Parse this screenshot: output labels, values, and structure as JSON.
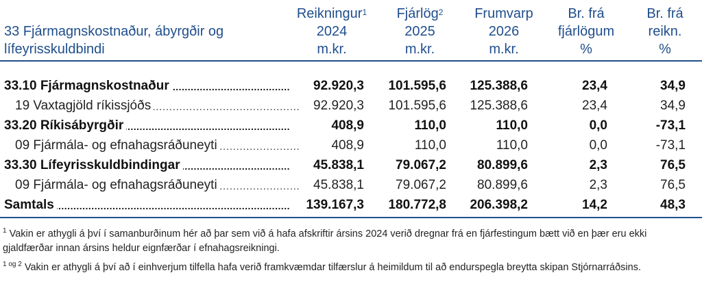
{
  "header": {
    "title_line1": "33 Fjármagnskostnaður, ábyrgðir og",
    "title_line2": "lífeyrisskuldbindi",
    "columns": [
      {
        "l1": "Reikningur",
        "sup": "1",
        "l2": "2024",
        "l3": "m.kr."
      },
      {
        "l1": "Fjárlög",
        "sup": "2",
        "l2": "2025",
        "l3": "m.kr."
      },
      {
        "l1": "Frumvarp",
        "sup": "",
        "l2": "2026",
        "l3": "m.kr."
      },
      {
        "l1": "Br. frá",
        "sup": "",
        "l2": "fjárlögum",
        "l3": "%"
      },
      {
        "l1": "Br. frá",
        "sup": "",
        "l2": "reikn.",
        "l3": "%"
      }
    ]
  },
  "rows": [
    {
      "label": "33.10 Fjármagnskostnaður",
      "style": "bold",
      "values": [
        "92.920,3",
        "101.595,6",
        "125.388,6",
        "23,4",
        "34,9"
      ]
    },
    {
      "label": "19 Vaxtagjöld ríkissjóðs",
      "style": "sub",
      "values": [
        "92.920,3",
        "101.595,6",
        "125.388,6",
        "23,4",
        "34,9"
      ]
    },
    {
      "label": "33.20 Ríkisábyrgðir",
      "style": "bold",
      "values": [
        "408,9",
        "110,0",
        "110,0",
        "0,0",
        "-73,1"
      ]
    },
    {
      "label": "09 Fjármála- og efnahagsráðuneyti",
      "style": "sub",
      "values": [
        "408,9",
        "110,0",
        "110,0",
        "0,0",
        "-73,1"
      ]
    },
    {
      "label": "33.30 Lífeyrisskuldbindingar",
      "style": "bold",
      "values": [
        "45.838,1",
        "79.067,2",
        "80.899,6",
        "2,3",
        "76,5"
      ]
    },
    {
      "label": "09 Fjármála- og efnahagsráðuneyti",
      "style": "sub",
      "values": [
        "45.838,1",
        "79.067,2",
        "80.899,6",
        "2,3",
        "76,5"
      ]
    },
    {
      "label": "Samtals",
      "style": "bold",
      "values": [
        "139.167,3",
        "180.772,8",
        "206.398,2",
        "14,2",
        "48,3"
      ]
    }
  ],
  "notes": {
    "note1_marker": "1",
    "note1": "Vakin er athygli á því í samanburðinum hér að þar sem við á hafa afskriftir ársins 2024 verið dregnar frá en fjárfestingum bætt við en þær eru ekki gjaldfærðar innan ársins heldur eignfærðar í efnahagsreikningi.",
    "note2_marker": "1 og 2",
    "note2": "Vakin er athygli á því að í einhverjum tilfella hafa verið framkvæmdar tilfærslur á heimildum til að endurspegla breytta skipan Stjórnarráðsins."
  },
  "colors": {
    "header": "#1f4e8c",
    "text": "#111111"
  }
}
